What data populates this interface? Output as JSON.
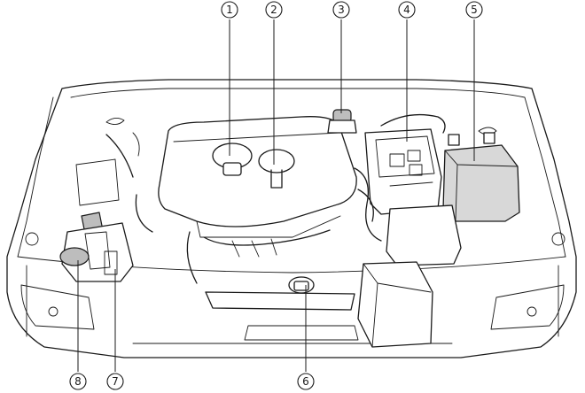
{
  "diagram": {
    "callouts": [
      {
        "id": "1",
        "label": "1"
      },
      {
        "id": "2",
        "label": "2"
      },
      {
        "id": "3",
        "label": "3"
      },
      {
        "id": "4",
        "label": "4"
      },
      {
        "id": "5",
        "label": "5"
      },
      {
        "id": "6",
        "label": "6"
      },
      {
        "id": "7",
        "label": "7"
      },
      {
        "id": "8",
        "label": "8"
      }
    ],
    "colors": {
      "ink": "#1a1a1a",
      "shaded_part": "#d8d8d8",
      "dark_part": "#bdbdbd",
      "background": "#ffffff"
    }
  }
}
